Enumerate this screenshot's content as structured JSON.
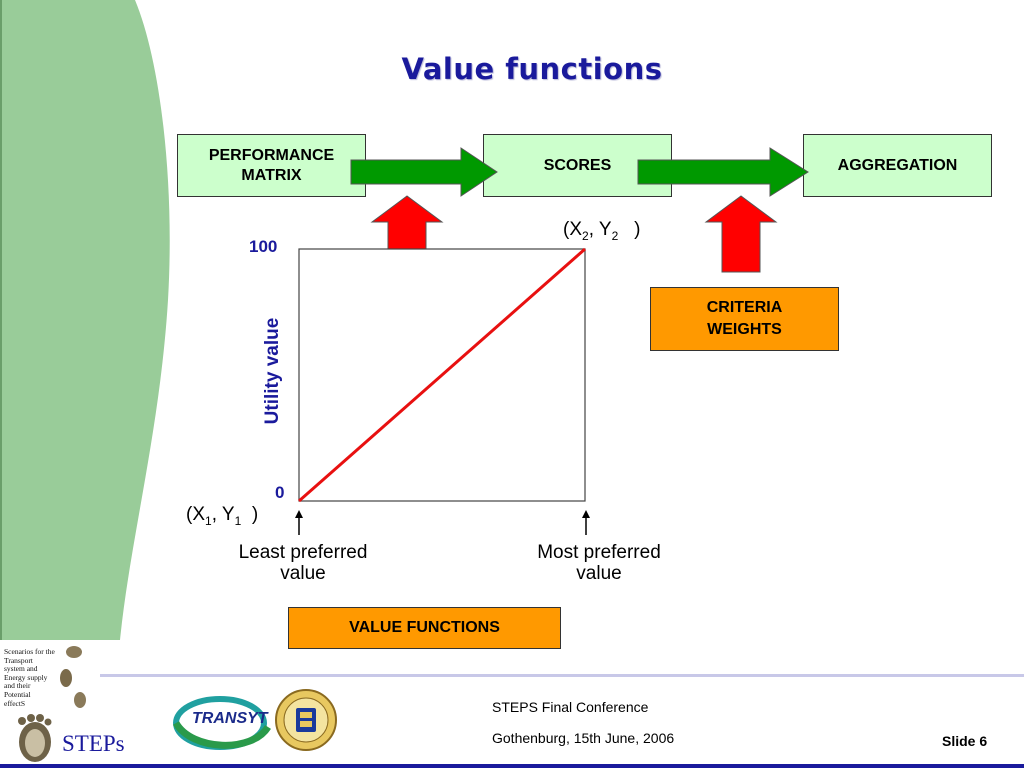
{
  "title": "Value functions",
  "boxes": {
    "performance_matrix": "PERFORMANCE MATRIX",
    "scores": "SCORES",
    "aggregation": "AGGREGATION",
    "criteria_weights": "CRITERIA WEIGHTS",
    "value_functions": "VALUE FUNCTIONS"
  },
  "chart": {
    "y_axis_label": "Utility value",
    "y_max_label": "100",
    "y_min_label": "0",
    "point_start": {
      "x": "X",
      "x_sub": "1",
      "y": "Y",
      "y_sub": "1"
    },
    "point_end": {
      "x": "X",
      "x_sub": "2",
      "y": "Y",
      "y_sub": "2"
    },
    "least_preferred": "Least preferred",
    "least_value": "value",
    "most_preferred": "Most preferred",
    "most_value": "value"
  },
  "chart_data": {
    "type": "line",
    "x": [
      0,
      1
    ],
    "y": [
      0,
      100
    ],
    "ylabel": "Utility value",
    "ylim": [
      0,
      100
    ],
    "grid": false
  },
  "footer": {
    "conference": "STEPS Final Conference",
    "date_place": "Gothenburg, 15th June, 2006",
    "slide": "Slide 6",
    "steps_logo_text": "STEPs",
    "steps_tagline": [
      "Scenarios for the",
      "Transport",
      "system and",
      "Energy supply",
      "and their",
      "Potential",
      "effectS"
    ],
    "transyt_logo": "TRANSYT"
  },
  "colors": {
    "sidebar": "#99cc99",
    "arrow_green": "#009900",
    "arrow_red": "#ff0000",
    "accent": "#1a1a9c",
    "orange": "#ff9900",
    "box_green": "#ccffcc"
  }
}
